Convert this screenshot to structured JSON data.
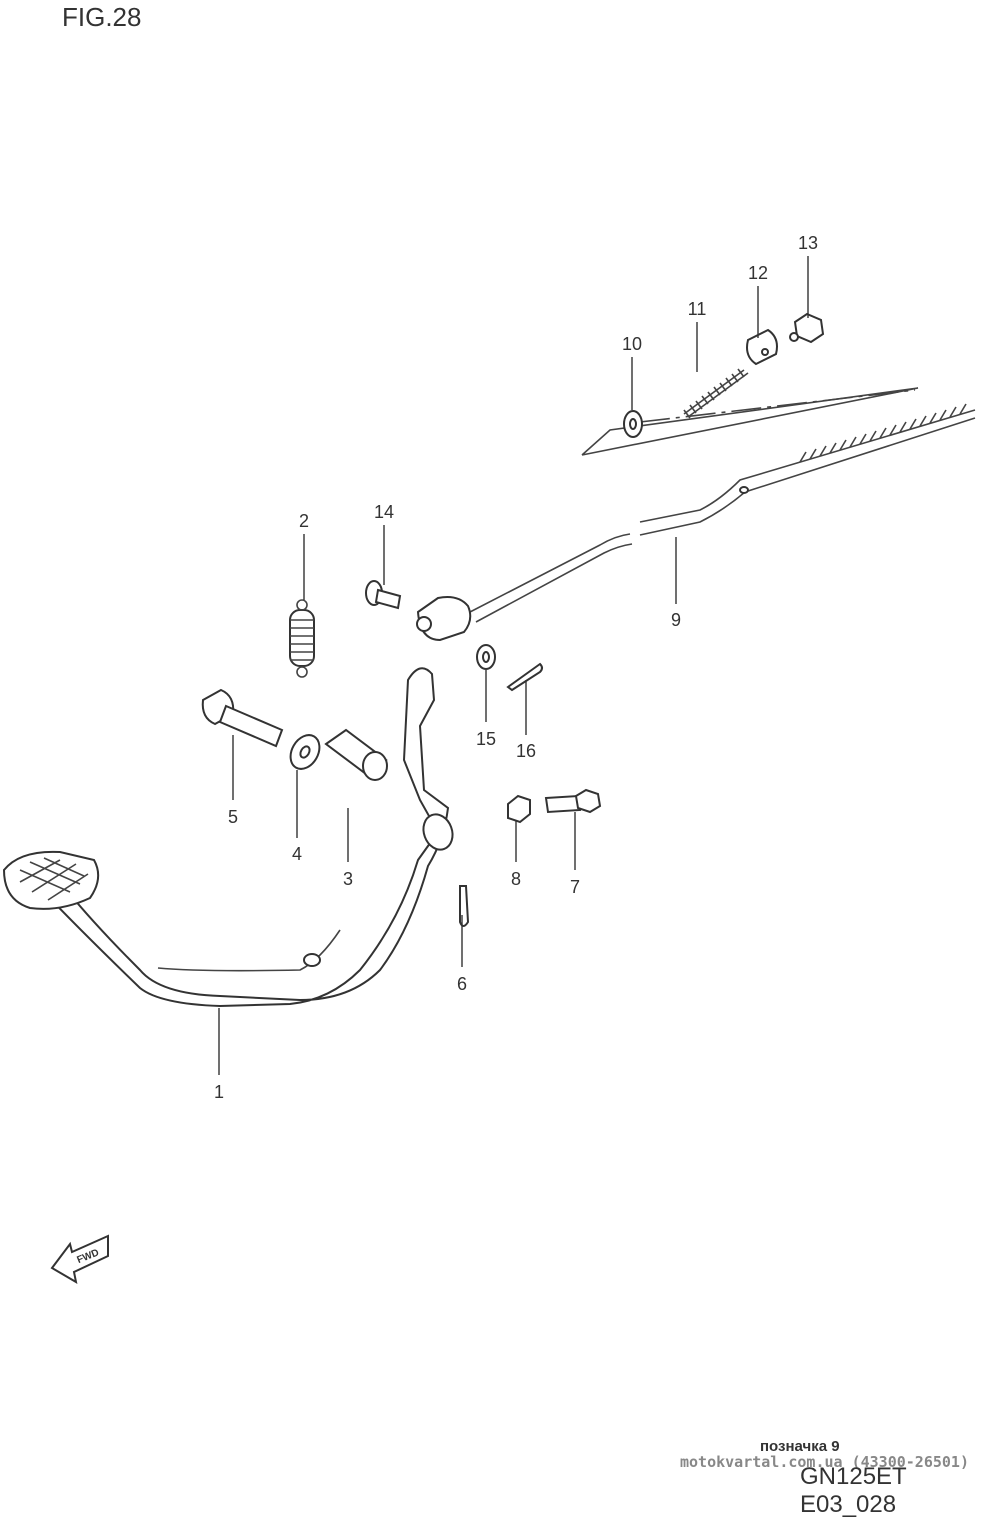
{
  "figure_title": "FIG.28",
  "direction_badge": "FWD",
  "parts": [
    {
      "number": "1"
    },
    {
      "number": "2"
    },
    {
      "number": "3"
    },
    {
      "number": "4"
    },
    {
      "number": "5"
    },
    {
      "number": "6"
    },
    {
      "number": "7"
    },
    {
      "number": "8"
    },
    {
      "number": "9"
    },
    {
      "number": "10"
    },
    {
      "number": "11"
    },
    {
      "number": "12"
    },
    {
      "number": "13"
    },
    {
      "number": "14"
    },
    {
      "number": "15"
    },
    {
      "number": "16"
    }
  ],
  "footer": {
    "note": "позначка 9",
    "watermark": "motokvartal.com.ua (43300-26501)",
    "drawing_code": "GN125ET E03_028"
  }
}
